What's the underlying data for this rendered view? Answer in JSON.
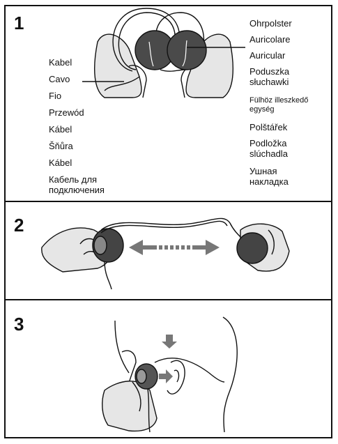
{
  "steps": [
    {
      "number": "1"
    },
    {
      "number": "2"
    },
    {
      "number": "3"
    }
  ],
  "cable_labels": [
    "Kabel",
    "Cavo",
    "Fio",
    "Przewód",
    "Kábel",
    "Šňůra",
    "Kábel",
    "Кабель для\nподключения"
  ],
  "earpad_labels": [
    "Ohrpolster",
    "Auricolare",
    "Auricular",
    "Poduszka\nsłuchawki",
    "Fülhöz illeszkedő\negység",
    "Polštářek",
    "Podložka\nslúchadla",
    "Ушная\nнакладка"
  ]
}
